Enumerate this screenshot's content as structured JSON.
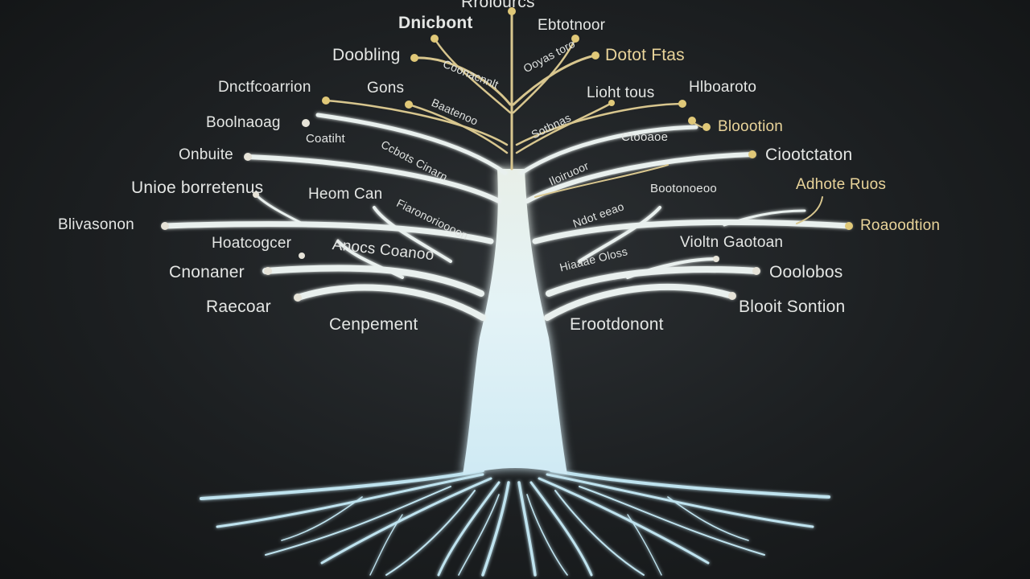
{
  "colors": {
    "background": "#1c1f21",
    "branch_gold": "#d8c68e",
    "branch_white": "#e9f0ee",
    "trunk_glow": "#dff2f7",
    "root_blue": "#bfe3ef",
    "label_text": "#e4e6e4",
    "label_gold": "#e9d49a"
  },
  "labels": [
    {
      "id": "top-center",
      "text": "Rroiourcs"
    },
    {
      "id": "dnicbont",
      "text": "Dnicbont"
    },
    {
      "id": "ebtotnoor",
      "text": "Ebtotnoor"
    },
    {
      "id": "doobling",
      "text": "Doobling"
    },
    {
      "id": "dotot-ftas",
      "text": "Dotot Ftas"
    },
    {
      "id": "coonacnnlt",
      "text": "Coonacnnlt"
    },
    {
      "id": "ooyas-toro",
      "text": "Ooyas toro"
    },
    {
      "id": "dnctfcoarrion",
      "text": "Dnctfcoarrion"
    },
    {
      "id": "gons",
      "text": "Gons"
    },
    {
      "id": "lioht-tous",
      "text": "Lioht tous"
    },
    {
      "id": "hlboaroto",
      "text": "Hlboaroto"
    },
    {
      "id": "baatenoo",
      "text": "Baatenoo"
    },
    {
      "id": "sotbnas",
      "text": "Sotbnas"
    },
    {
      "id": "boolnaoag",
      "text": "Boolnaoag"
    },
    {
      "id": "bloootion",
      "text": "Bloootion"
    },
    {
      "id": "coatiht",
      "text": "Coatiht"
    },
    {
      "id": "ctooaoe",
      "text": "Ctooaoe"
    },
    {
      "id": "onbuite",
      "text": "Onbuite"
    },
    {
      "id": "ccbots-cinarn",
      "text": "Ccbots Cinarn"
    },
    {
      "id": "iloiruoor",
      "text": "Iloiruoor"
    },
    {
      "id": "ciootctaton",
      "text": "Ciootctaton"
    },
    {
      "id": "unioe-borretenus",
      "text": "Unioe borretenus"
    },
    {
      "id": "bootonoeoo",
      "text": "Bootonoeoo"
    },
    {
      "id": "adhote-ruos",
      "text": "Adhote Ruos"
    },
    {
      "id": "heom-can",
      "text": "Heom Can"
    },
    {
      "id": "fiaronorioooon",
      "text": "Fiaronorioooon"
    },
    {
      "id": "ndot-eeao",
      "text": "Ndot eeao"
    },
    {
      "id": "bliuasonon",
      "text": "Blivasonon"
    },
    {
      "id": "roaoodtion",
      "text": "Roaoodtion"
    },
    {
      "id": "hoatcogcer",
      "text": "Hoatcogcer"
    },
    {
      "id": "anocs-coanooo",
      "text": "Anocs Coanoo"
    },
    {
      "id": "violtn-gaotoan",
      "text": "Violtn Gaotoan"
    },
    {
      "id": "hiaaae-oloss",
      "text": "Hiaaae Oloss"
    },
    {
      "id": "cnonaner",
      "text": "Cnonaner"
    },
    {
      "id": "ooolobos",
      "text": "Ooolobos"
    },
    {
      "id": "raecoar",
      "text": "Raecoar"
    },
    {
      "id": "blooit-sontion",
      "text": "Blooit Sontion"
    },
    {
      "id": "cenpement",
      "text": "Cenpement"
    },
    {
      "id": "erootdonont",
      "text": "Erootdonont"
    }
  ]
}
